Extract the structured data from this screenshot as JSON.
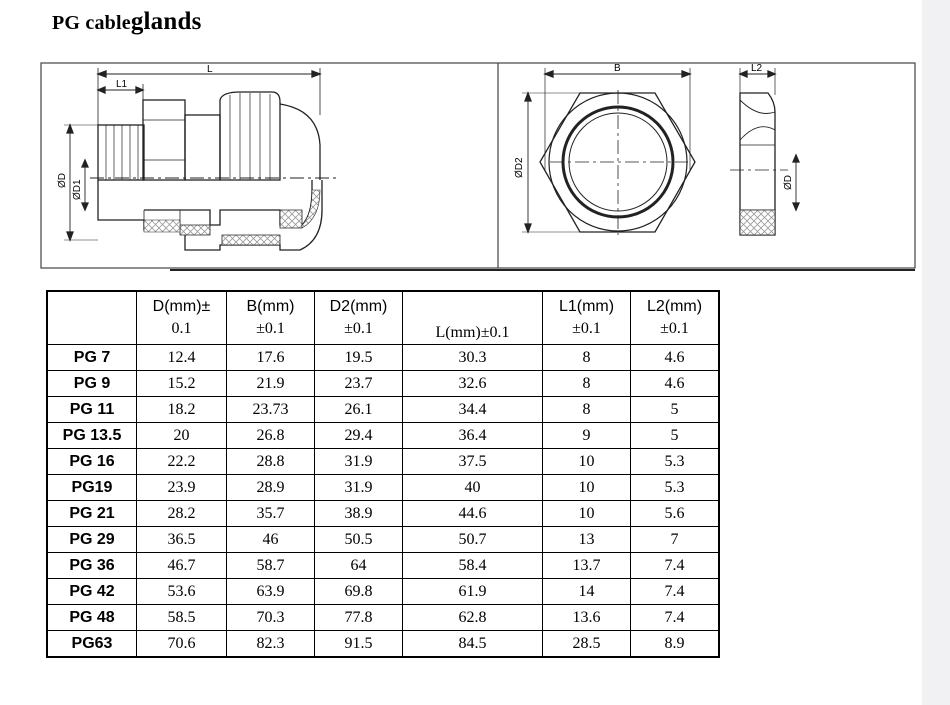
{
  "title": {
    "part1": "PG cable",
    "part2": "glands"
  },
  "drawing": {
    "labels": {
      "L": "L",
      "L1": "L1",
      "D": "ØD",
      "D1": "ØD1",
      "B": "B",
      "L2": "L2",
      "D2": "ØD2",
      "D_nut": "ØD"
    }
  },
  "table": {
    "headers": [
      {
        "line1": "",
        "line2": ""
      },
      {
        "line1": "D(mm)±",
        "line2": "0.1"
      },
      {
        "line1": "B(mm)",
        "line2": "±0.1"
      },
      {
        "line1": "D2(mm)",
        "line2": "±0.1"
      },
      {
        "line1": "",
        "line2": "L(mm)±0.1"
      },
      {
        "line1": "L1(mm)",
        "line2": "±0.1"
      },
      {
        "line1": "L2(mm)",
        "line2": "±0.1"
      }
    ],
    "rows": [
      [
        "PG 7",
        "12.4",
        "17.6",
        "19.5",
        "30.3",
        "8",
        "4.6"
      ],
      [
        "PG 9",
        "15.2",
        "21.9",
        "23.7",
        "32.6",
        "8",
        "4.6"
      ],
      [
        "PG 11",
        "18.2",
        "23.73",
        "26.1",
        "34.4",
        "8",
        "5"
      ],
      [
        "PG 13.5",
        "20",
        "26.8",
        "29.4",
        "36.4",
        "9",
        "5"
      ],
      [
        "PG 16",
        "22.2",
        "28.8",
        "31.9",
        "37.5",
        "10",
        "5.3"
      ],
      [
        "PG19",
        "23.9",
        "28.9",
        "31.9",
        "40",
        "10",
        "5.3"
      ],
      [
        "PG 21",
        "28.2",
        "35.7",
        "38.9",
        "44.6",
        "10",
        "5.6"
      ],
      [
        "PG 29",
        "36.5",
        "46",
        "50.5",
        "50.7",
        "13",
        "7"
      ],
      [
        "PG 36",
        "46.7",
        "58.7",
        "64",
        "58.4",
        "13.7",
        "7.4"
      ],
      [
        "PG 42",
        "53.6",
        "63.9",
        "69.8",
        "61.9",
        "14",
        "7.4"
      ],
      [
        "PG 48",
        "58.5",
        "70.3",
        "77.8",
        "62.8",
        "13.6",
        "7.4"
      ],
      [
        "PG63",
        "70.6",
        "82.3",
        "91.5",
        "84.5",
        "28.5",
        "8.9"
      ]
    ]
  }
}
